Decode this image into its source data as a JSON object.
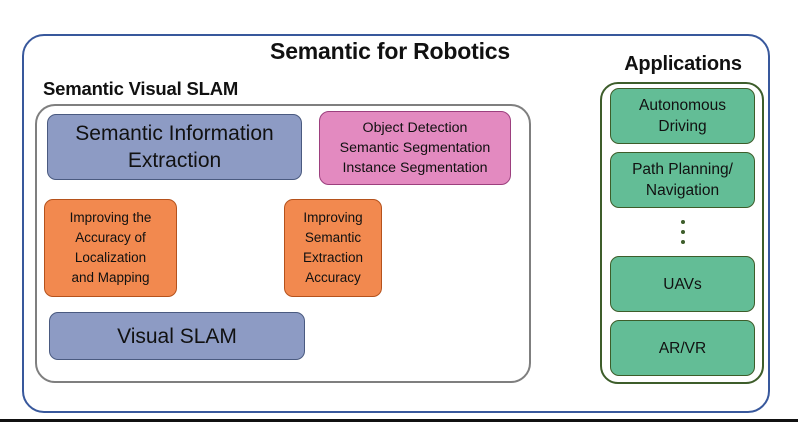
{
  "diagram": {
    "title": "Semantic for Robotics",
    "colors": {
      "outer_border": "#38589c",
      "inner_border": "#7f7f7f",
      "blue_box_fill": "#8d9bc4",
      "pink_box_fill": "#e38ac0",
      "orange_box_fill": "#f2894f",
      "green_box_fill": "#63bd96",
      "green_border": "#3d5d2a",
      "arrow_dark": "#3d5272",
      "arrow_pink": "#c0559b"
    }
  },
  "left_group": {
    "label": "Semantic Visual SLAM",
    "semantic_information_extraction": {
      "line1": "Semantic Information",
      "line2": "Extraction"
    },
    "visual_slam": {
      "label": "Visual SLAM"
    },
    "perception_tasks": {
      "line1": "Object Detection",
      "line2": "Semantic Segmentation",
      "line3": "Instance Segmentation"
    },
    "benefit_left": {
      "line1": "Improving the",
      "line2": "Accuracy of",
      "line3": "Localization",
      "line4": "and Mapping"
    },
    "benefit_right": {
      "line1": "Improving",
      "line2": "Semantic",
      "line3": "Extraction",
      "line4": "Accuracy"
    }
  },
  "applications": {
    "label": "Applications",
    "items": [
      {
        "line1": "Autonomous",
        "line2": "Driving"
      },
      {
        "line1": "Path Planning/",
        "line2": "Navigation"
      },
      {
        "line1": "UAVs",
        "line2": ""
      },
      {
        "line1": "AR/VR",
        "line2": ""
      }
    ],
    "continuation_marker": "vertical-ellipsis"
  }
}
